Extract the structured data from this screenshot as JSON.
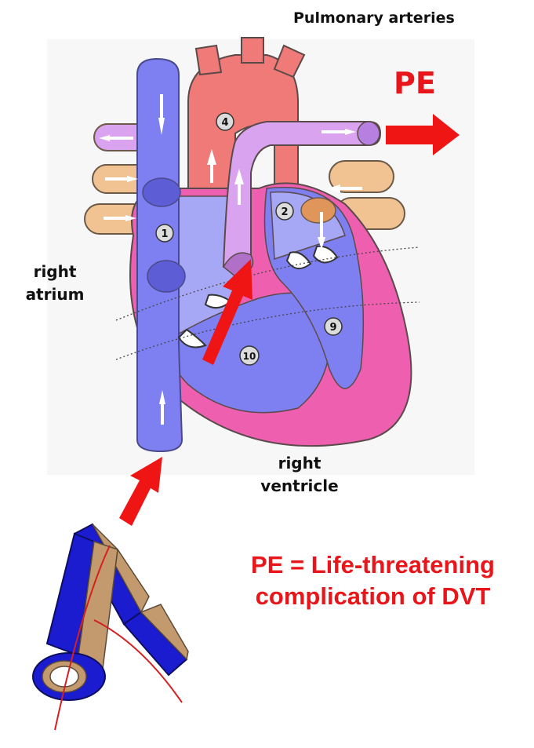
{
  "labels": {
    "pulmonary_arteries": "Pulmonary arteries",
    "pe": "PE",
    "right_atrium": [
      "right",
      "atrium"
    ],
    "right_ventricle": [
      "right",
      "ventricle"
    ]
  },
  "caption": {
    "line1": "PE = Life-threatening",
    "line2": "complication of DVT"
  },
  "heart_numbers": [
    "1",
    "2",
    "4",
    "9",
    "10"
  ],
  "colors": {
    "accent": "#e8161a",
    "vein_blue": "#7e7ff0",
    "artery_red": "#f07070",
    "pulmonary_purple": "#d9a3f0",
    "muscle_pink": "#ee5fb0",
    "tan_vessels": "#f0c090"
  }
}
